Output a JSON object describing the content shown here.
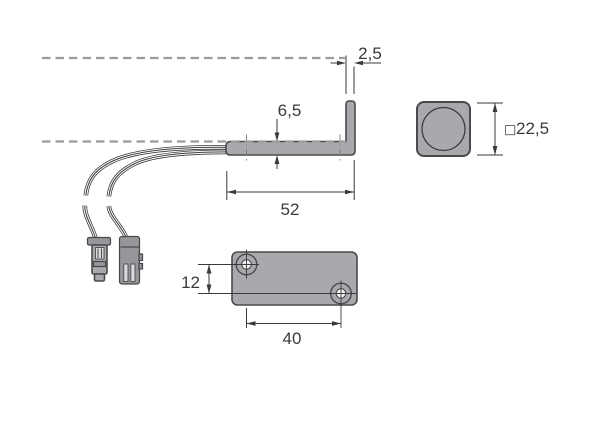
{
  "drawing": {
    "dimension_labels": {
      "flange_thickness": "2,5",
      "body_thickness": "6,5",
      "body_length": "52",
      "front_square_symbol": "□",
      "front_square_size": "22,5",
      "hole_vertical_offset": "12",
      "hole_horizontal_spacing": "40"
    },
    "colors": {
      "background": "#ffffff",
      "part_fill": "#a9a9ad",
      "part_outline": "#4a4a4c",
      "dimension_lines": "#3a3a3a",
      "panel_dashed_line": "#9b9b9b",
      "cable_outline": "#3f3f42",
      "hole_fill": "#f4f4f5"
    }
  }
}
